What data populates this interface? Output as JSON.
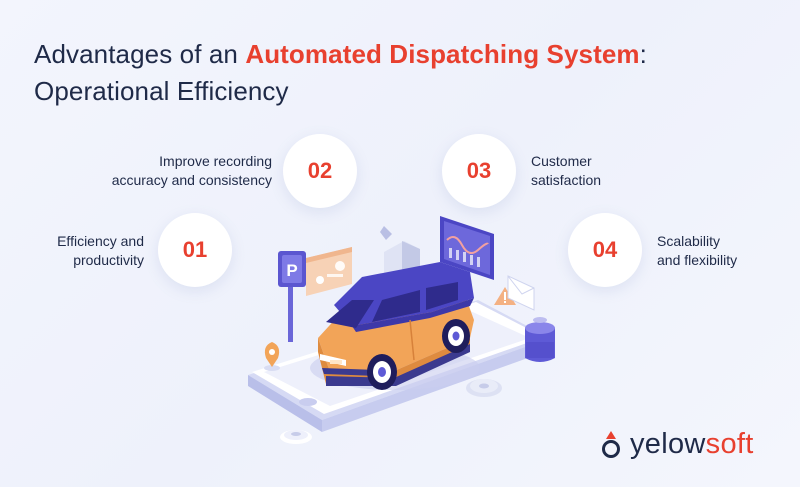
{
  "title": {
    "prefix": "Advantages of an ",
    "highlight": "Automated Dispatching System",
    "suffix": ":",
    "line2": "Operational Efficiency"
  },
  "items": [
    {
      "number": "01",
      "line1": "Efficiency and",
      "line2": "productivity"
    },
    {
      "number": "02",
      "line1": "Improve recording",
      "line2": "accuracy and consistency"
    },
    {
      "number": "03",
      "line1": "Customer",
      "line2": "satisfaction"
    },
    {
      "number": "04",
      "line1": "Scalability",
      "line2": "and flexibility"
    }
  ],
  "illustration": {
    "parking_sign": "P"
  },
  "logo": {
    "part1": "yelow",
    "part2": "soft"
  },
  "colors": {
    "accent": "#e8402f",
    "text": "#1f2a48",
    "background": "#f1f4fc",
    "car_roof": "#4b46c4",
    "car_body": "#f2a458"
  }
}
